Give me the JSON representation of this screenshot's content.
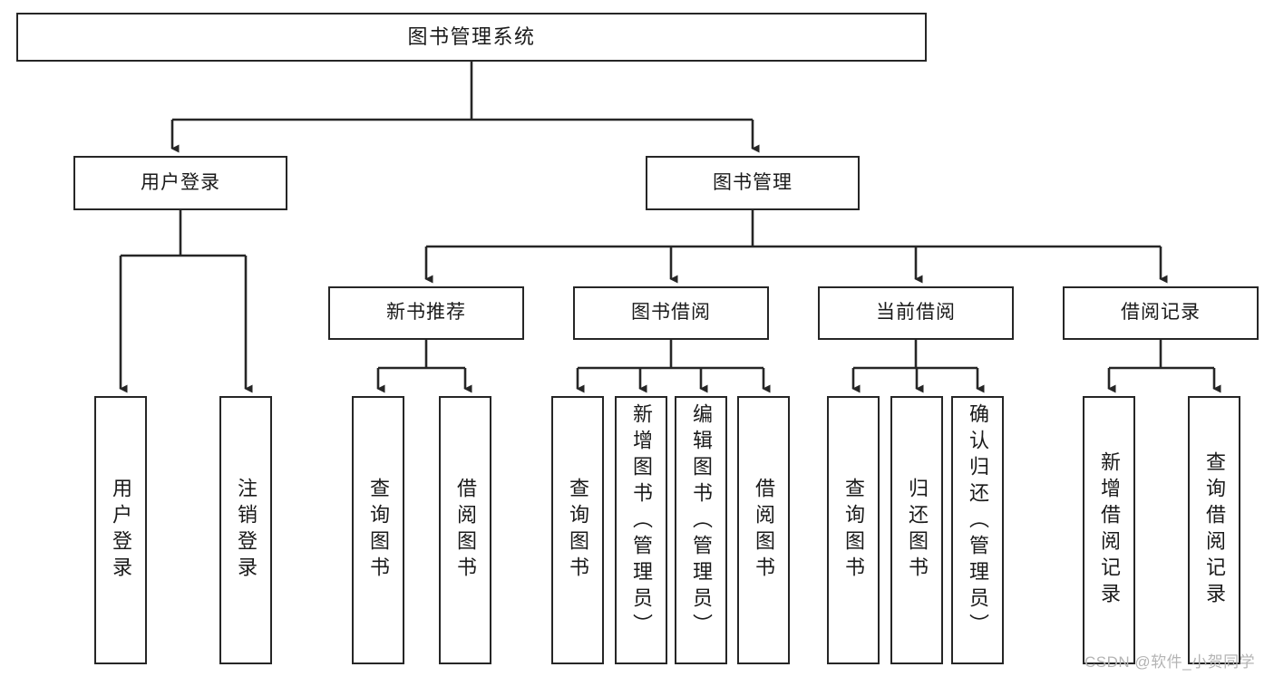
{
  "diagram": {
    "title": "图书管理系统",
    "type": "tree-hierarchy",
    "root": {
      "id": "root",
      "label": "图书管理系统",
      "orientation": "horizontal"
    },
    "level1": [
      {
        "id": "user-login",
        "label": "用户登录",
        "orientation": "horizontal"
      },
      {
        "id": "book-manage",
        "label": "图书管理",
        "orientation": "horizontal"
      }
    ],
    "level2": [
      {
        "id": "new-book-recommend",
        "label": "新书推荐",
        "orientation": "horizontal",
        "parent": "book-manage"
      },
      {
        "id": "book-borrow",
        "label": "图书借阅",
        "orientation": "horizontal",
        "parent": "book-manage"
      },
      {
        "id": "current-borrow",
        "label": "当前借阅",
        "orientation": "horizontal",
        "parent": "book-manage"
      },
      {
        "id": "borrow-record",
        "label": "借阅记录",
        "orientation": "horizontal",
        "parent": "book-manage"
      }
    ],
    "leaves": [
      {
        "id": "leaf-user-login",
        "label": "用户登录",
        "parent": "user-login",
        "orientation": "vertical"
      },
      {
        "id": "leaf-logout-login",
        "label": "注销登录",
        "parent": "user-login",
        "orientation": "vertical"
      },
      {
        "id": "leaf-query-book-1",
        "label": "查询图书",
        "parent": "new-book-recommend",
        "orientation": "vertical"
      },
      {
        "id": "leaf-borrow-book-1",
        "label": "借阅图书",
        "parent": "new-book-recommend",
        "orientation": "vertical"
      },
      {
        "id": "leaf-query-book-2",
        "label": "查询图书",
        "parent": "book-borrow",
        "orientation": "vertical"
      },
      {
        "id": "leaf-add-book",
        "label": "新增图书（管理员）",
        "parent": "book-borrow",
        "orientation": "vertical"
      },
      {
        "id": "leaf-edit-book",
        "label": "编辑图书（管理员）",
        "parent": "book-borrow",
        "orientation": "vertical"
      },
      {
        "id": "leaf-borrow-book-2",
        "label": "借阅图书",
        "parent": "book-borrow",
        "orientation": "vertical"
      },
      {
        "id": "leaf-query-book-3",
        "label": "查询图书",
        "parent": "current-borrow",
        "orientation": "vertical"
      },
      {
        "id": "leaf-return-book",
        "label": "归还图书",
        "parent": "current-borrow",
        "orientation": "vertical"
      },
      {
        "id": "leaf-confirm-return",
        "label": "确认归还（管理员）",
        "parent": "current-borrow",
        "orientation": "vertical"
      },
      {
        "id": "leaf-add-record",
        "label": "新增借阅记录",
        "parent": "borrow-record",
        "orientation": "vertical"
      },
      {
        "id": "leaf-query-record",
        "label": "查询借阅记录",
        "parent": "borrow-record",
        "orientation": "vertical"
      }
    ]
  },
  "watermark": {
    "text": "CSDN @软件_小贺同学"
  },
  "colors": {
    "stroke": "#262626",
    "box_fill": "#ffffff",
    "text": "#1a1a1a",
    "watermark": "#b4b4b4",
    "background": "#ffffff"
  }
}
